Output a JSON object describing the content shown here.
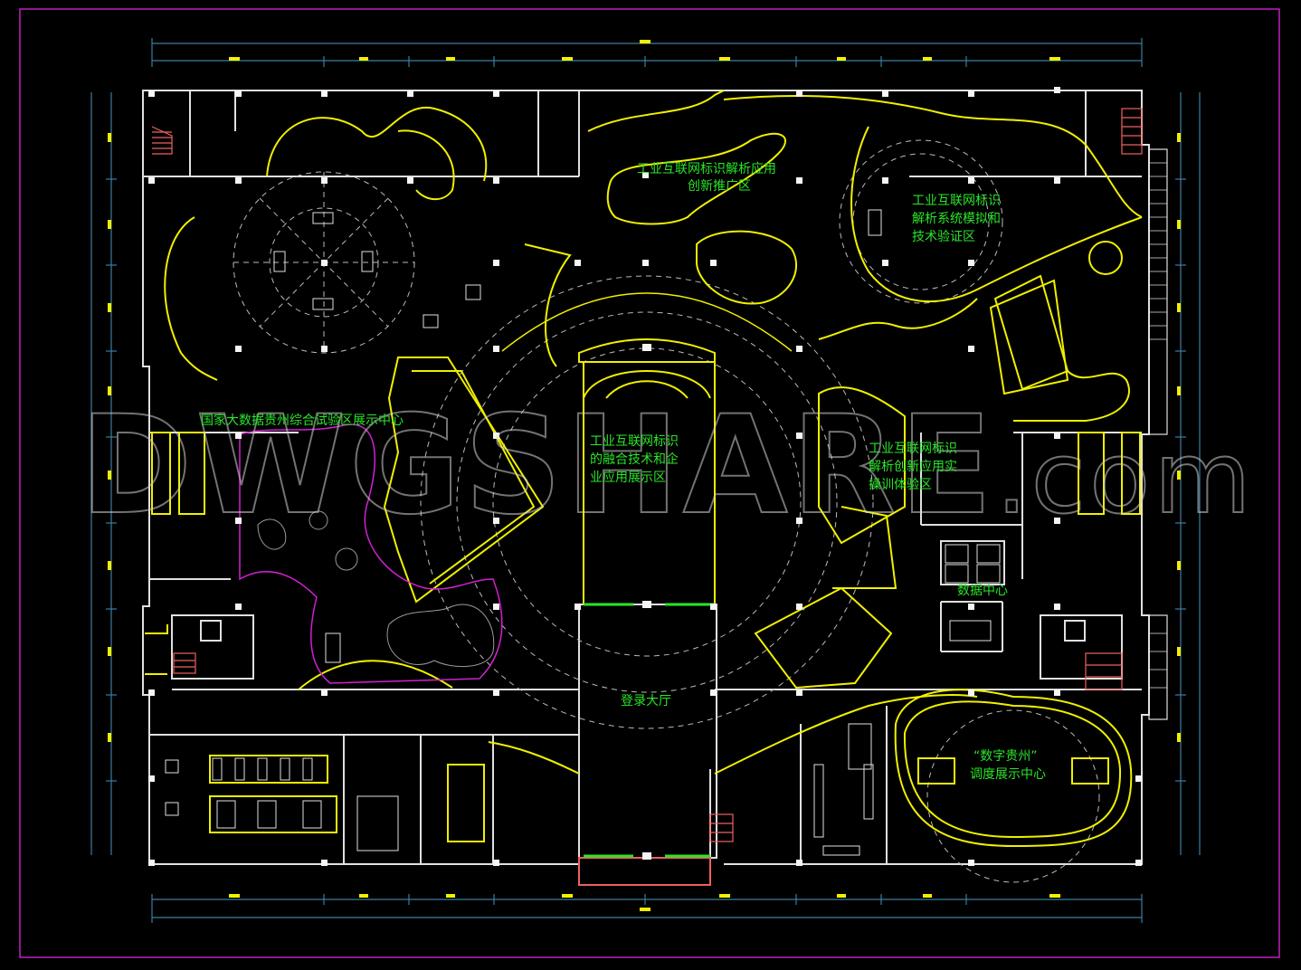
{
  "drawing": {
    "type": "CAD floor plan",
    "background": "#000000",
    "colors": {
      "frame": "#c020c0",
      "walls": "#e0e0e0",
      "feature_lines": "#f0f000",
      "labels": "#29e629",
      "dimension_lines": "#3a7fa0",
      "dimension_text": "#f0f000",
      "stairs": "#f06060",
      "landscape_boundary": "#d020d0",
      "dashed_rings": "#bbbbbb",
      "watermark": "#d2d2d2"
    },
    "watermark": {
      "main": "DWGSHARE",
      "suffix": ".com"
    }
  },
  "zones": [
    {
      "id": "industrial-internet-promo",
      "lines": [
        "工业互联网标识解析应用",
        "创新推广区"
      ]
    },
    {
      "id": "simulation-verification",
      "lines": [
        "工业互联网标识",
        "解析系统模拟和",
        "技术验证区"
      ]
    },
    {
      "id": "big-data-center",
      "lines": [
        "国家大数据贵州综合试验区展示中心"
      ]
    },
    {
      "id": "fusion-enterprise",
      "lines": [
        "工业互联网标识",
        "的融合技术和企",
        "业应用展示区"
      ]
    },
    {
      "id": "innovation-training",
      "lines": [
        "工业互联网标识",
        "解析创新应用实",
        "操训体验区"
      ]
    },
    {
      "id": "data-center",
      "lines": [
        "数据中心"
      ]
    },
    {
      "id": "lobby",
      "lines": [
        "登录大厅"
      ]
    },
    {
      "id": "digital-guizhou",
      "lines": [
        "“数字贵州”",
        "调度展示中心"
      ]
    }
  ]
}
